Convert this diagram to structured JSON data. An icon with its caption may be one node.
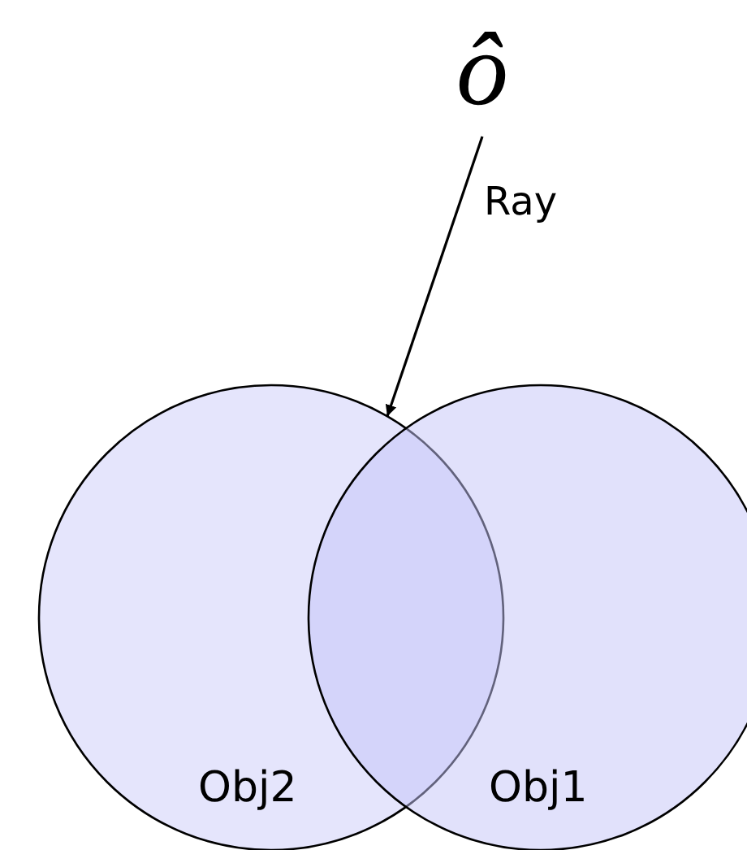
{
  "diagram": {
    "nodes": [
      {
        "text": [
          "ô"
        ]
      },
      {
        "text": [
          "Obj2"
        ]
      },
      {
        "text": [
          "Obj1"
        ]
      }
    ],
    "edges": [
      {
        "from": 0,
        "to": 1,
        "arrow": "to",
        "label": "Ray"
      }
    ]
  }
}
